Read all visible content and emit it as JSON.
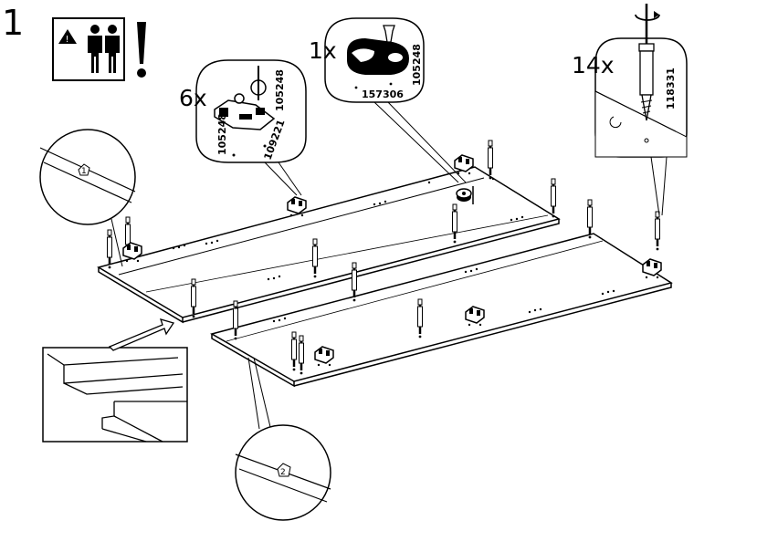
{
  "step": {
    "number": "1"
  },
  "warning": {
    "icon": "two-person-warning-icon"
  },
  "callouts": {
    "hinge_plate": {
      "quantity": "6x",
      "codes": [
        "105248",
        "105248",
        "109221"
      ]
    },
    "cam_lock": {
      "quantity": "1x",
      "codes": [
        "105248",
        "157306"
      ]
    },
    "dowel_pin": {
      "quantity": "14x",
      "codes": [
        "118331"
      ]
    }
  },
  "panel_markers": {
    "panel_1": "1",
    "panel_2": "2"
  }
}
